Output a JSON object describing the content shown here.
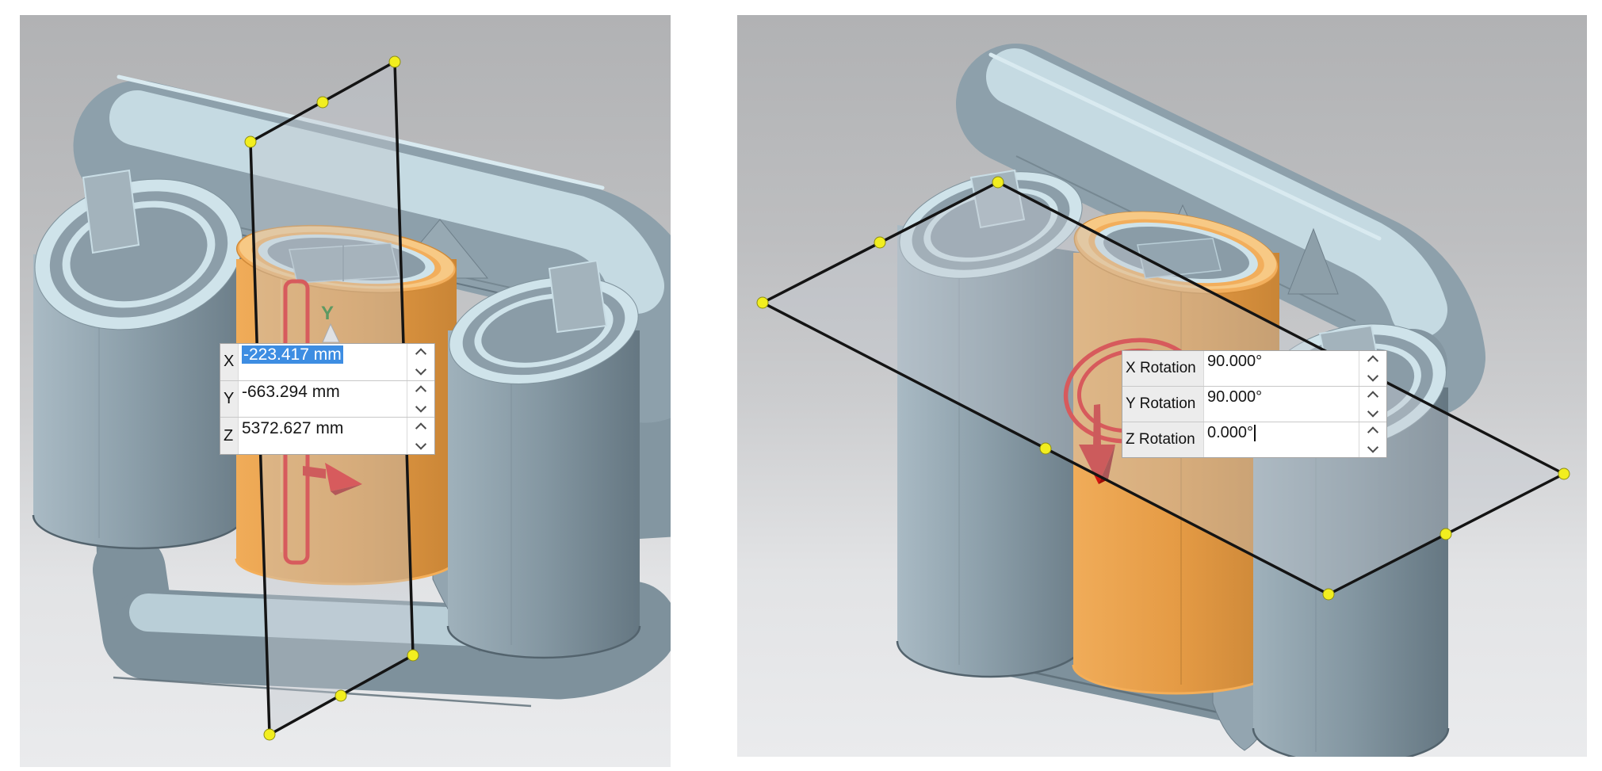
{
  "left_view": {
    "name": "datum-plane-vertical-placement-view",
    "axis_triad": {
      "y_label": "Y"
    },
    "coordinate_dialog": {
      "rows": [
        {
          "label": "X",
          "value": "-223.417 mm",
          "selected": true
        },
        {
          "label": "Y",
          "value": "-663.294 mm",
          "selected": false
        },
        {
          "label": "Z",
          "value": "5372.627 mm",
          "selected": false
        }
      ]
    }
  },
  "right_view": {
    "name": "datum-plane-rotation-view",
    "rotation_dialog": {
      "rows": [
        {
          "label": "X Rotation",
          "value": "90.000°"
        },
        {
          "label": "Y Rotation",
          "value": "90.000°"
        },
        {
          "label": "Z Rotation",
          "value": "0.000°",
          "caret": true
        }
      ]
    }
  },
  "icons": {
    "spinner_up": "chevron-up",
    "spinner_down": "chevron-down"
  },
  "colors": {
    "steel_light": "#cfe3ea",
    "steel_mid": "#8da0ab",
    "steel_dark": "#6b7d88",
    "winding_orange": "#e7a14e",
    "coil_red": "#e41312",
    "handle_yellow": "#f2ee1f",
    "axis_green": "#1a7a1a",
    "selection_blue": "#3d8de2",
    "plane_edge": "#141414"
  }
}
